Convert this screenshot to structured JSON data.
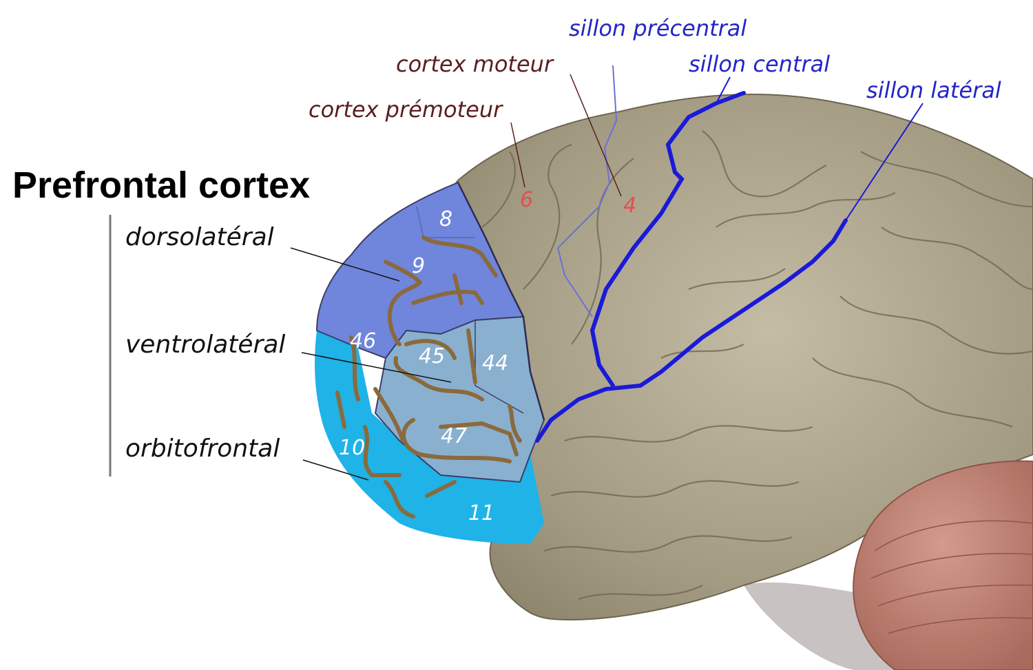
{
  "title": "Prefrontal cortex",
  "regions": {
    "dorsolateral": "dorsolatéral",
    "ventrolateral": "ventrolatéral",
    "orbitofrontal": "orbitofrontal"
  },
  "labels": {
    "premotor": "cortex prémoteur",
    "motor": "cortex moteur",
    "precentral_sulcus": "sillon précentral",
    "central_sulcus": "sillon central",
    "lateral_sulcus": "sillon latéral"
  },
  "areas": {
    "a8": "8",
    "a9": "9",
    "a46": "46",
    "a45": "45",
    "a44": "44",
    "a47": "47",
    "a10": "10",
    "a11": "11",
    "a6": "6",
    "a4": "4"
  },
  "colors": {
    "brain": "#a39a82",
    "dorsolateral": "#6f86dc",
    "ventrolateral": "#8ab0d0",
    "orbitofrontal": "#1fb3e8",
    "sulcus": "#1a1ad8",
    "label_brown": "#5a1e1e",
    "label_blue": "#2424c8",
    "area_red": "#e05050",
    "gyrus": "#8a6a3c",
    "cerebellum": "#b5786a"
  }
}
